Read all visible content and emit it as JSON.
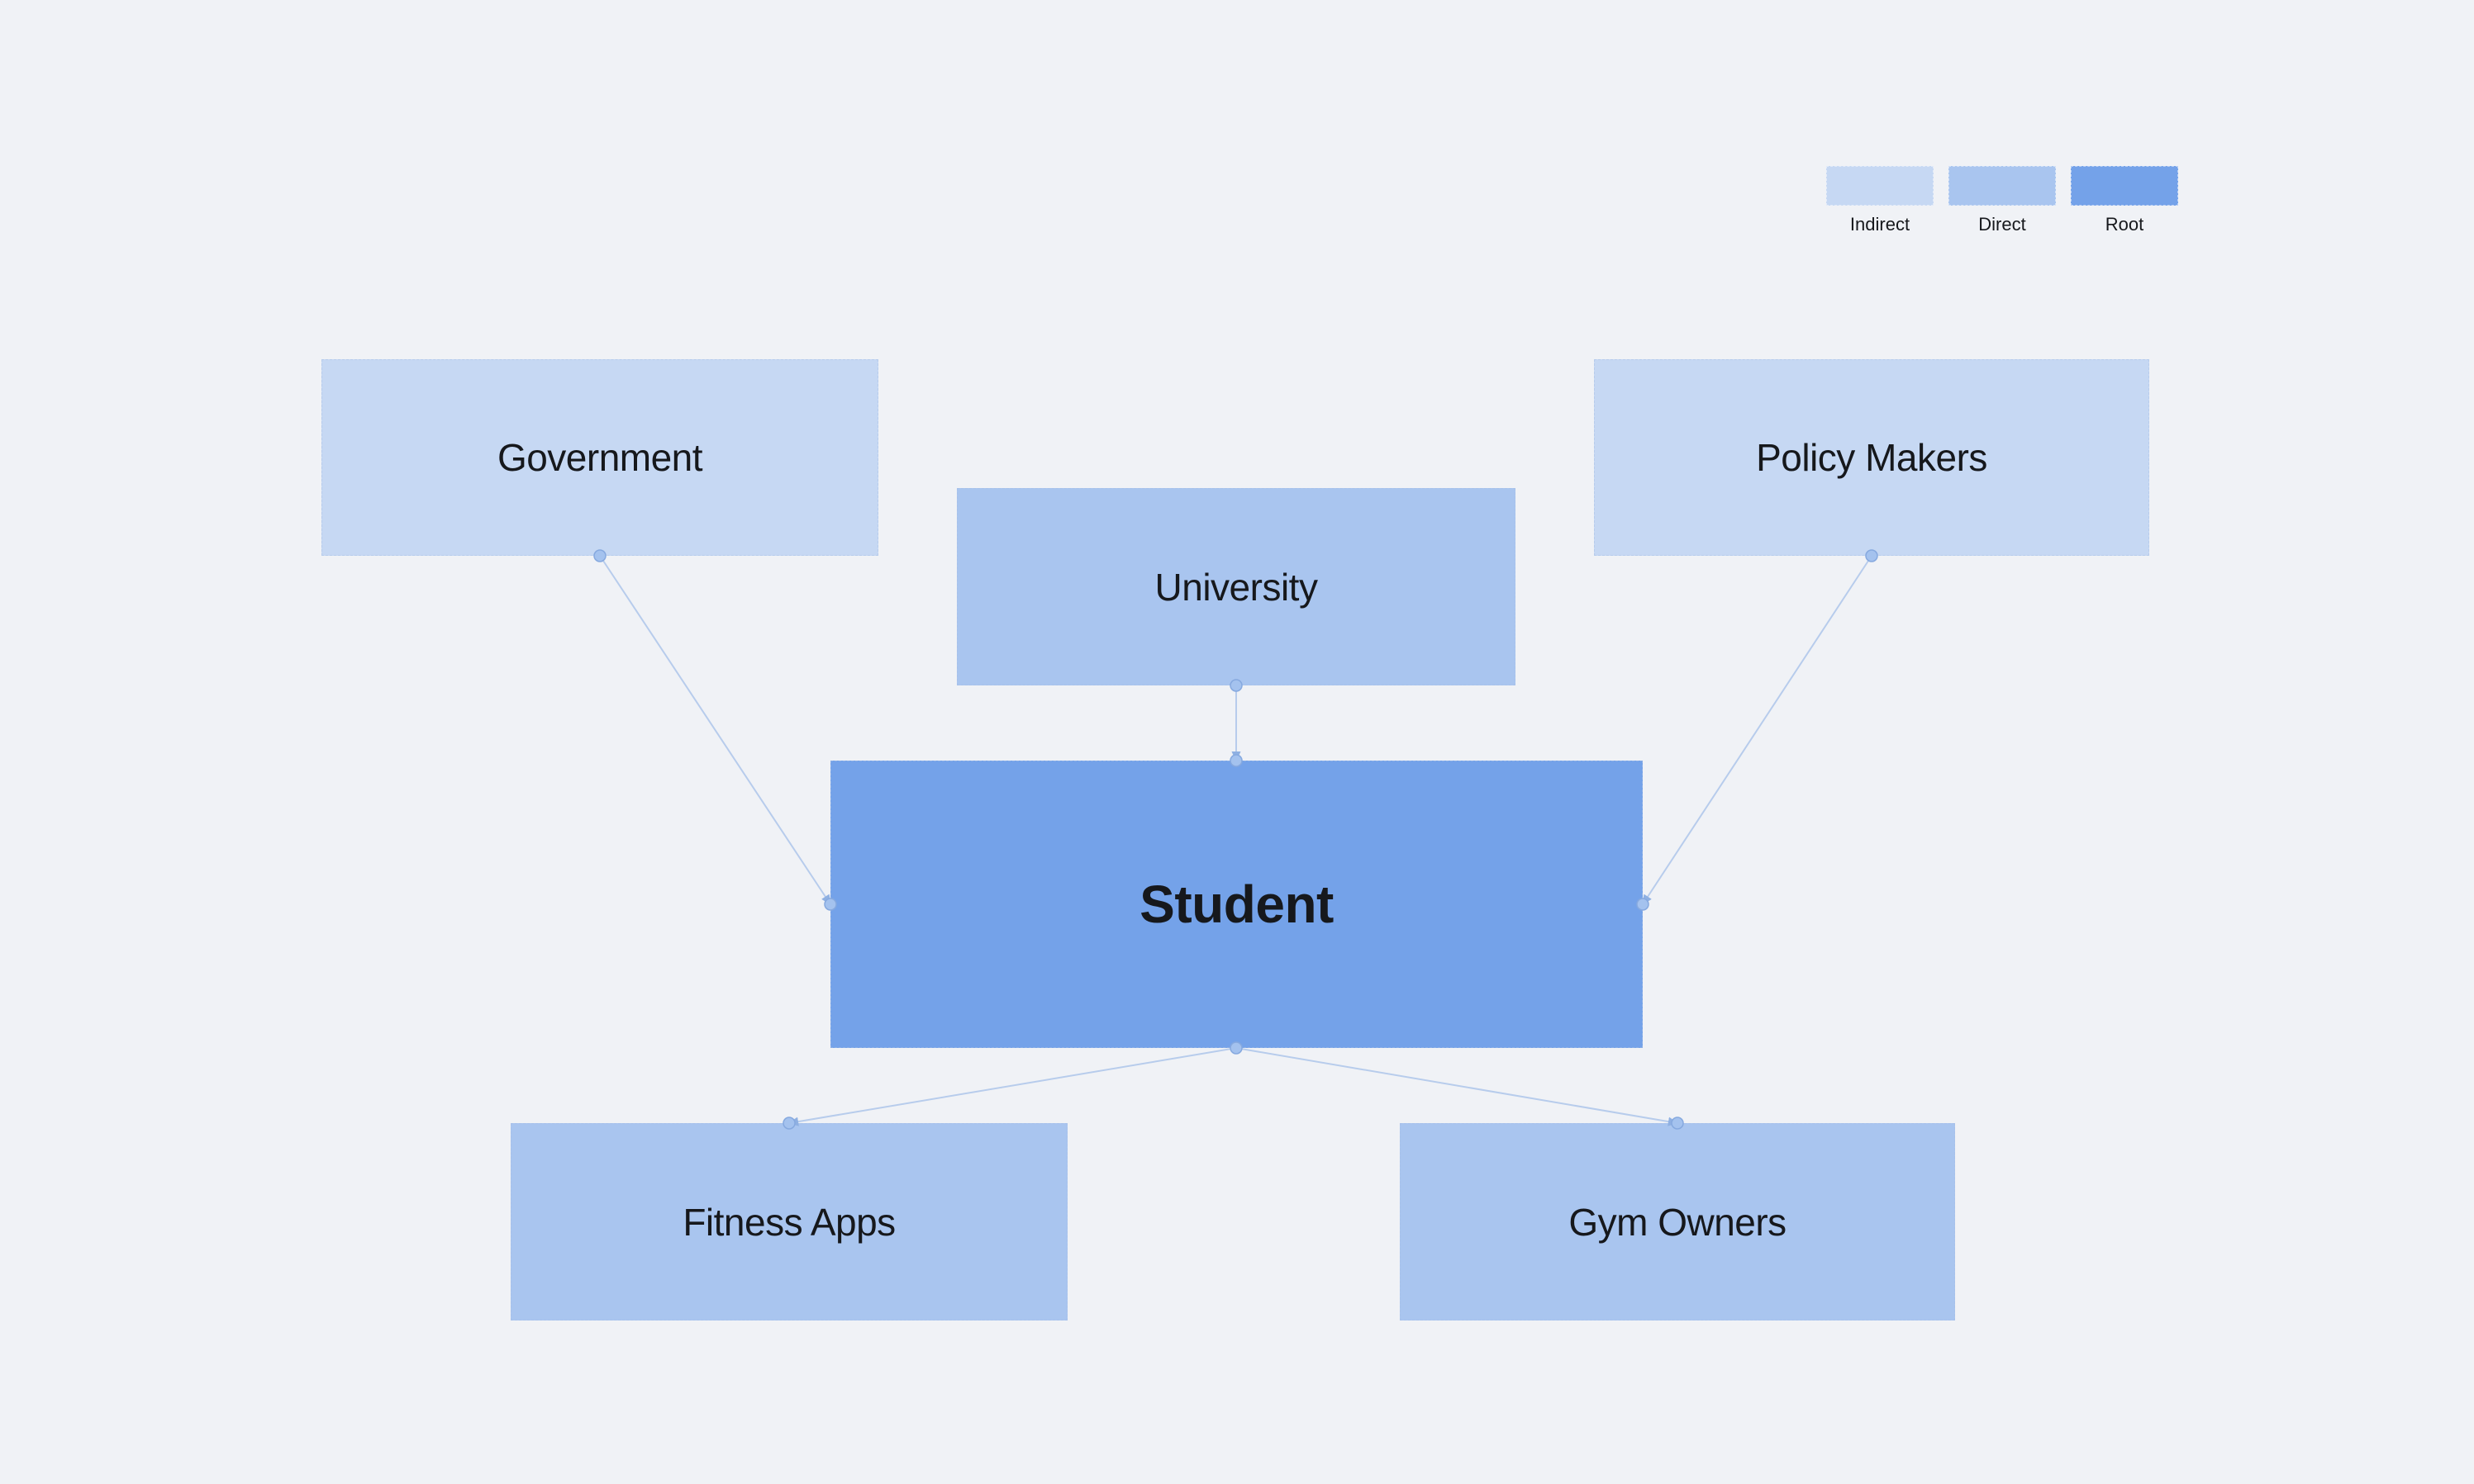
{
  "colors": {
    "background": "#F0F2F6",
    "indirect": "#C6D8F3",
    "direct": "#A9C5EF",
    "root": "#74A2E9",
    "text": "#16181C",
    "connector": "#B7CCEC"
  },
  "legend": {
    "items": [
      {
        "label": "Indirect",
        "color": "#C6D8F3"
      },
      {
        "label": "Direct",
        "color": "#A9C5EF"
      },
      {
        "label": "Root",
        "color": "#74A2E9"
      }
    ]
  },
  "nodes": [
    {
      "id": "government",
      "label": "Government",
      "category": "indirect"
    },
    {
      "id": "university",
      "label": "University",
      "category": "direct"
    },
    {
      "id": "policy-makers",
      "label": "Policy Makers",
      "category": "indirect"
    },
    {
      "id": "student",
      "label": "Student",
      "category": "root"
    },
    {
      "id": "fitness-apps",
      "label": "Fitness Apps",
      "category": "direct"
    },
    {
      "id": "gym-owners",
      "label": "Gym Owners",
      "category": "direct"
    }
  ],
  "edges": [
    {
      "from": "government",
      "to": "student"
    },
    {
      "from": "university",
      "to": "student"
    },
    {
      "from": "policy-makers",
      "to": "student"
    },
    {
      "from": "student",
      "to": "fitness-apps"
    },
    {
      "from": "student",
      "to": "gym-owners"
    }
  ]
}
